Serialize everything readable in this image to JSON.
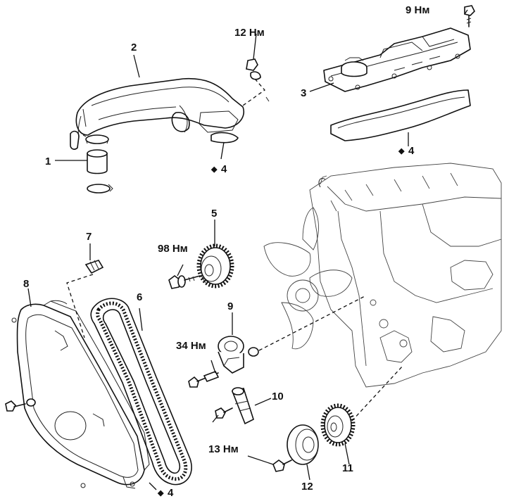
{
  "labels": {
    "p1": "1",
    "p2": "2",
    "p3": "3",
    "p4_intake": "4",
    "p4_cover": "4",
    "p4_timing": "4",
    "p5": "5",
    "p6": "6",
    "p7": "7",
    "p8": "8",
    "p9": "9",
    "p10": "10",
    "p11": "11",
    "p12": "12",
    "t_12nm": "12 Нм",
    "t_9nm": "9 Нм",
    "t_98nm": "98 Нм",
    "t_34nm": "34 Нм",
    "t_13nm": "13 Нм"
  },
  "diamond": "◆"
}
